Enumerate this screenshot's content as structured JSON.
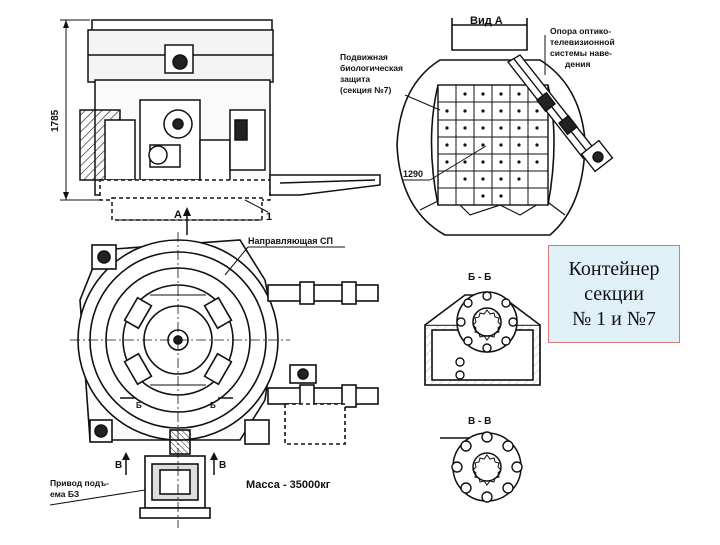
{
  "labels": {
    "view_a": "Вид А",
    "optical_support": [
      "Опора оптико-",
      "телевизионной",
      "системы наве-",
      "дения"
    ],
    "bio_shield": [
      "Подвижная",
      "биологическая",
      "защита",
      "(секция №7)"
    ],
    "dim_1785": "1785",
    "dim_1290": "1290",
    "letter_a": "А",
    "num_1": "1",
    "guide": "Направляющая СП",
    "section_bb": "Б - Б",
    "section_vv": "В - В",
    "mass": "Масса - 35000кг",
    "drive": [
      "Привод подъ-",
      "ема БЗ"
    ],
    "b_left": "Б",
    "b_right": "Б",
    "v_left": "В",
    "v_right": "В"
  },
  "caption": [
    "Контейнер",
    "секции",
    "№ 1 и №7"
  ]
}
